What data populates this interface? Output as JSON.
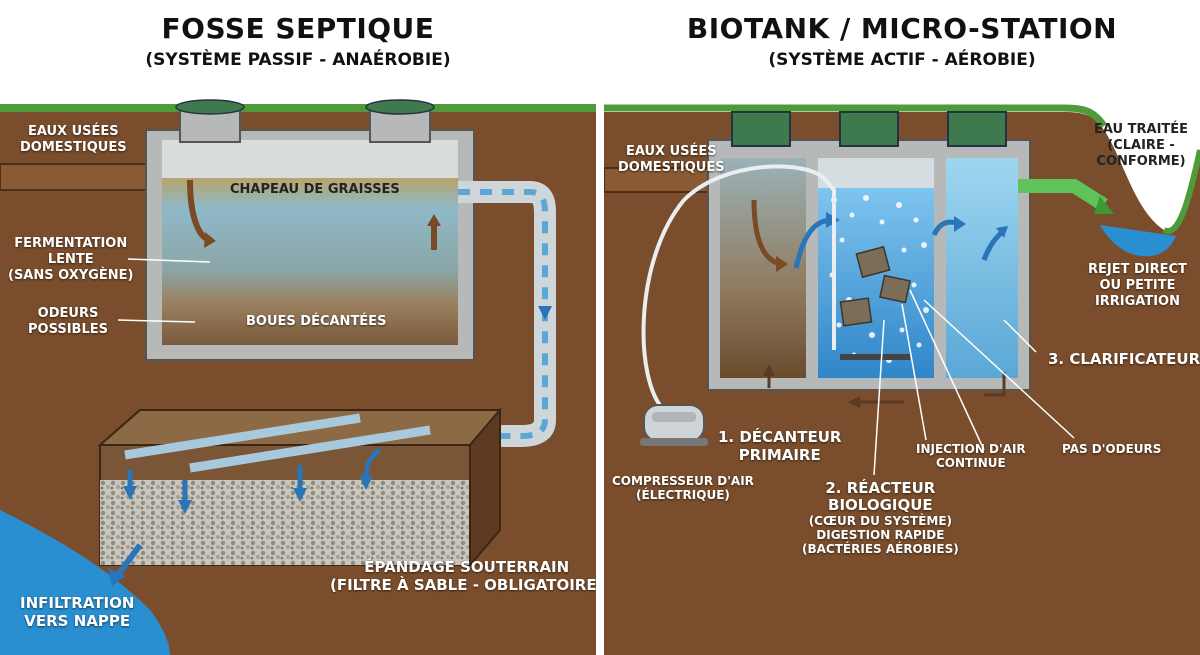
{
  "colors": {
    "soil": "#7a4e2c",
    "soil_dark": "#5e3b20",
    "grass": "#4f9b3a",
    "concrete": "#b7b9b8",
    "lid": "#3f7a4f",
    "water": "#5aa7d6",
    "groundwater": "#2a8fd0"
  },
  "left": {
    "title": "FOSSE SEPTIQUE",
    "subtitle": "(SYSTÈME PASSIF - ANAÉROBIE)",
    "labels": {
      "inlet_line1": "EAUX USÉES",
      "inlet_line2": "DOMESTIQUES",
      "grease": "CHAPEAU DE GRAISSES",
      "ferment_line1": "FERMENTATION",
      "ferment_line2": "LENTE",
      "ferment_line3": "(SANS OXYGÈNE)",
      "odor_line1": "ODEURS",
      "odor_line2": "POSSIBLES",
      "sludge": "BOUES DÉCANTÉES",
      "spread_line1": "ÉPANDAGE SOUTERRAIN",
      "spread_line2": "(FILTRE À SABLE - OBLIGATOIRE)",
      "infil_line1": "INFILTRATION",
      "infil_line2": "VERS NAPPE"
    }
  },
  "right": {
    "title": "BIOTANK / MICRO-STATION",
    "subtitle": "(SYSTÈME ACTIF - AÉROBIE)",
    "labels": {
      "inlet_line1": "EAUX USÉES",
      "inlet_line2": "DOMESTIQUES",
      "treated_line1": "EAU TRAITÉE",
      "treated_line2": "(CLAIRE -",
      "treated_line3": "CONFORME)",
      "reject_line1": "REJET DIRECT",
      "reject_line2": "OU PETITE",
      "reject_line3": "IRRIGATION",
      "clarifier": "3. CLARIFICATEUR",
      "decanter_line1": "1. DÉCANTEUR",
      "decanter_line2": "PRIMAIRE",
      "compressor_line1": "COMPRESSEUR D'AIR",
      "compressor_line2": "(ÉLECTRIQUE)",
      "air_line1": "INJECTION D'AIR",
      "air_line2": "CONTINUE",
      "no_odor": "PAS D'ODEURS",
      "reactor_line1": "2. RÉACTEUR",
      "reactor_line2": "BIOLOGIQUE",
      "reactor_line3": "(CŒUR DU SYSTÈME)",
      "reactor_line4": "DIGESTION RAPIDE",
      "reactor_line5": "(BACTÉRIES AÉROBIES)"
    }
  }
}
